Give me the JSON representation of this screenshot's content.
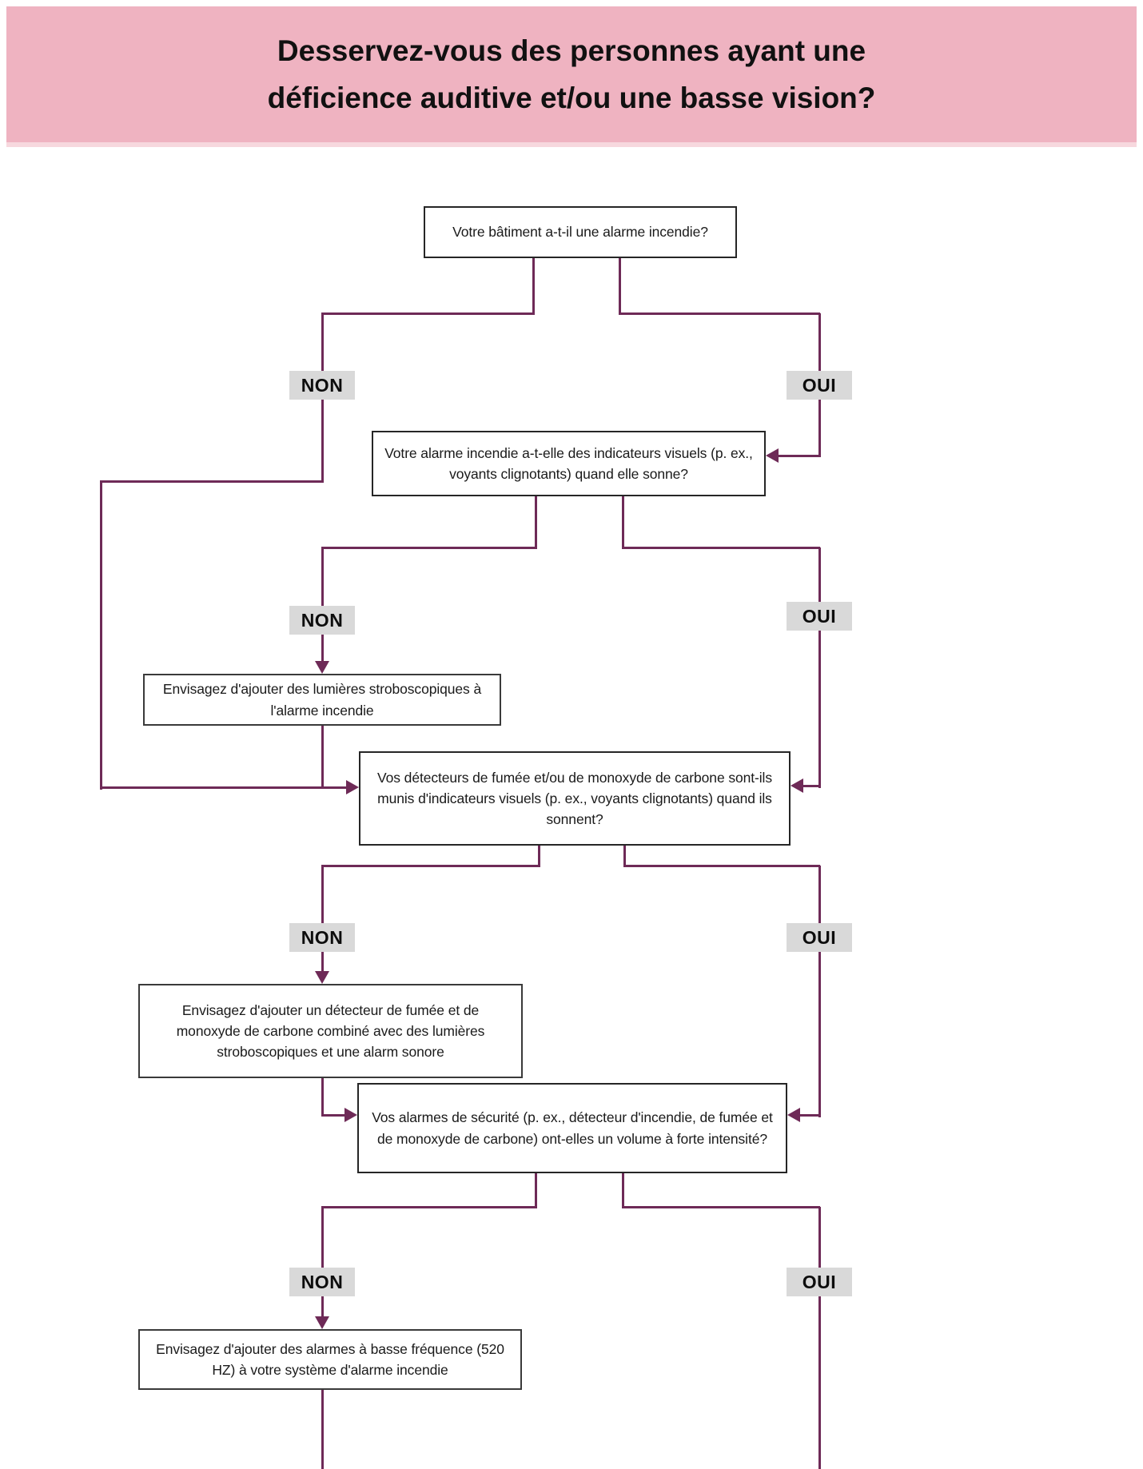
{
  "header": {
    "title_line1": "Desservez-vous des personnes ayant une",
    "title_line2": "déficience auditive et/ou une basse vision?"
  },
  "labels": {
    "yes": "OUI",
    "no": "NON"
  },
  "nodes": {
    "q_fire_alarm": "Votre bâtiment a-t-il une alarme incendie?",
    "q_visual_indicators": "Votre alarme incendie a-t-elle des indicateurs visuels (p. ex., voyants clignotants) quand elle sonne?",
    "s_strobe_lights": "Envisagez d'ajouter des lumières stroboscopiques à l'alarme incendie",
    "q_smoke_co_detectors": "Vos détecteurs de fumée et/ou de monoxyde de carbone sont-ils munis d'indicateurs visuels (p. ex., voyants clignotants) quand ils sonnent?",
    "s_combined_detector": "Envisagez d'ajouter un détecteur de fumée et de monoxyde de carbone combiné avec des lumières stroboscopiques et une alarm sonore",
    "q_loud_volume": "Vos alarmes de sécurité (p. ex., détecteur d'incendie, de fumée et de monoxyde de carbone) ont-elles un volume à forte intensité?",
    "s_low_frequency": "Envisagez d'ajouter des alarmes à basse fréquence (520 HZ) à votre système d'alarme incendie"
  },
  "colors": {
    "header_bg": "#efb3c1",
    "line": "#6e2a57",
    "label_bg": "#d9d9d9",
    "box_border": "#262626",
    "text": "#1a1a1a"
  }
}
